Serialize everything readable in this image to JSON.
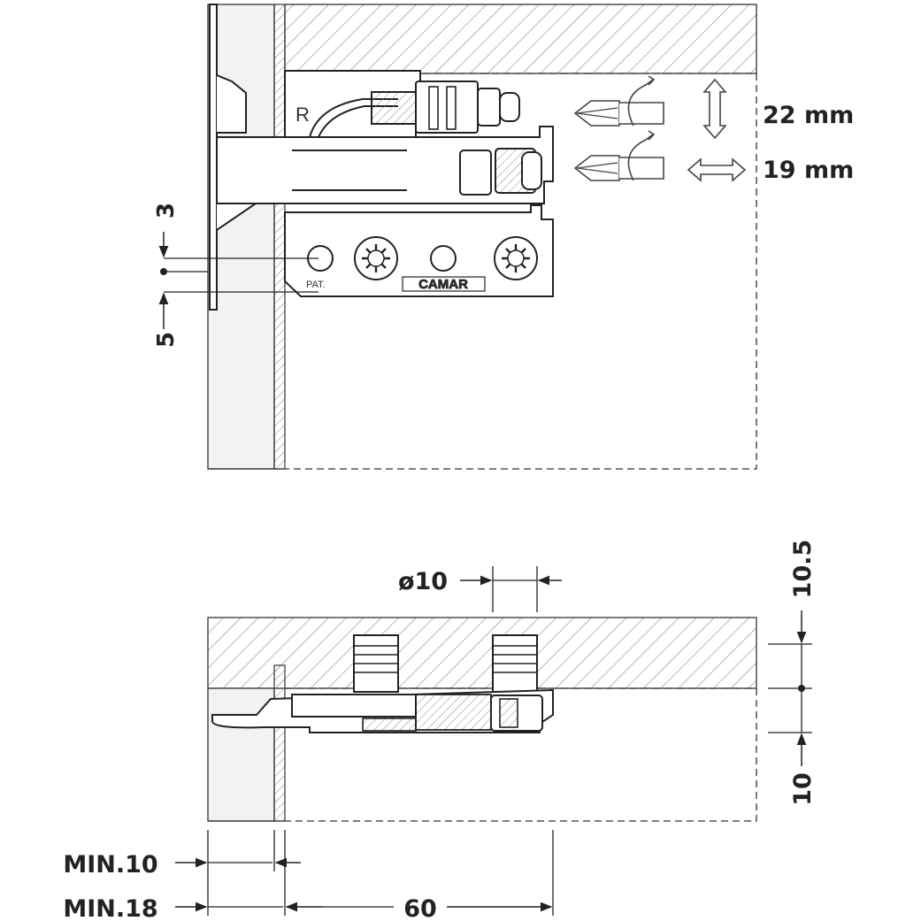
{
  "colors": {
    "line": "#333333",
    "hatch": "#777777",
    "panel_fill": "#f2f2f2",
    "background": "#ffffff"
  },
  "top_view": {
    "adjust_height": "22 mm",
    "adjust_depth": "19 mm",
    "dim_offset_up": "3",
    "dim_offset_down": "5",
    "mark_r": "R",
    "mark_pat": "PAT.",
    "brand": "CAMAR",
    "icon_tool": "phillips-screwdriver-icon",
    "icon_rotate": "rotation-arrow-icon",
    "icon_vertical": "vertical-double-arrow-icon",
    "icon_horizontal": "horizontal-double-arrow-icon"
  },
  "side_view": {
    "dowel_diameter": "ø10",
    "top_height": "10.5",
    "bottom_height": "10",
    "min_10": "MIN.10",
    "min_18": "MIN.18",
    "depth_60": "60"
  }
}
